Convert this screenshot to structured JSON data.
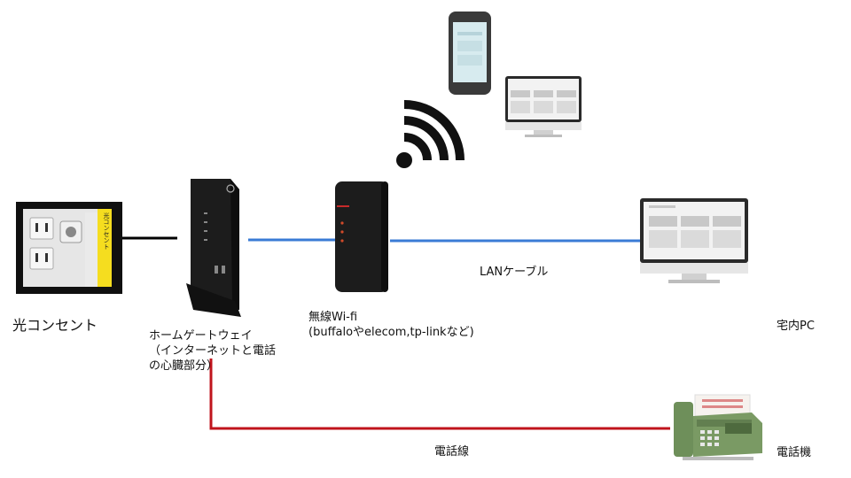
{
  "labels": {
    "outlet": "光コンセント",
    "gateway_line1": "ホームゲートウェイ",
    "gateway_line2": "（インターネットと電話",
    "gateway_line3": "の心臓部分）",
    "wifi_line1": "無線Wi-fi",
    "wifi_line2": "(buffaloやelecom,tp-linkなど)",
    "lan_cable": "LANケーブル",
    "home_pc": "宅内PC",
    "phone_line": "電話線",
    "telephone": "電話機"
  },
  "outlet_sticker_text": "光コンセント",
  "colors": {
    "lan_line": "#3a7bd5",
    "phone_line": "#c0141c",
    "outlet_line": "#000000",
    "device_body": "#1c1c1c",
    "outlet_sticker": "#f5dd1f",
    "telephone_body": "#6e8f5a"
  }
}
